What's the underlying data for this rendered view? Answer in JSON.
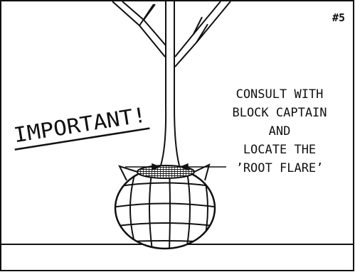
{
  "panel": {
    "number": "#5",
    "important": "IMPORTANT!",
    "instruction_lines": [
      "CONSULT WITH",
      "BLOCK CAPTAIN",
      "AND",
      "LOCATE THE",
      "’ROOT FLARE’"
    ]
  },
  "colors": {
    "ink": "#111111",
    "background": "#ffffff"
  }
}
